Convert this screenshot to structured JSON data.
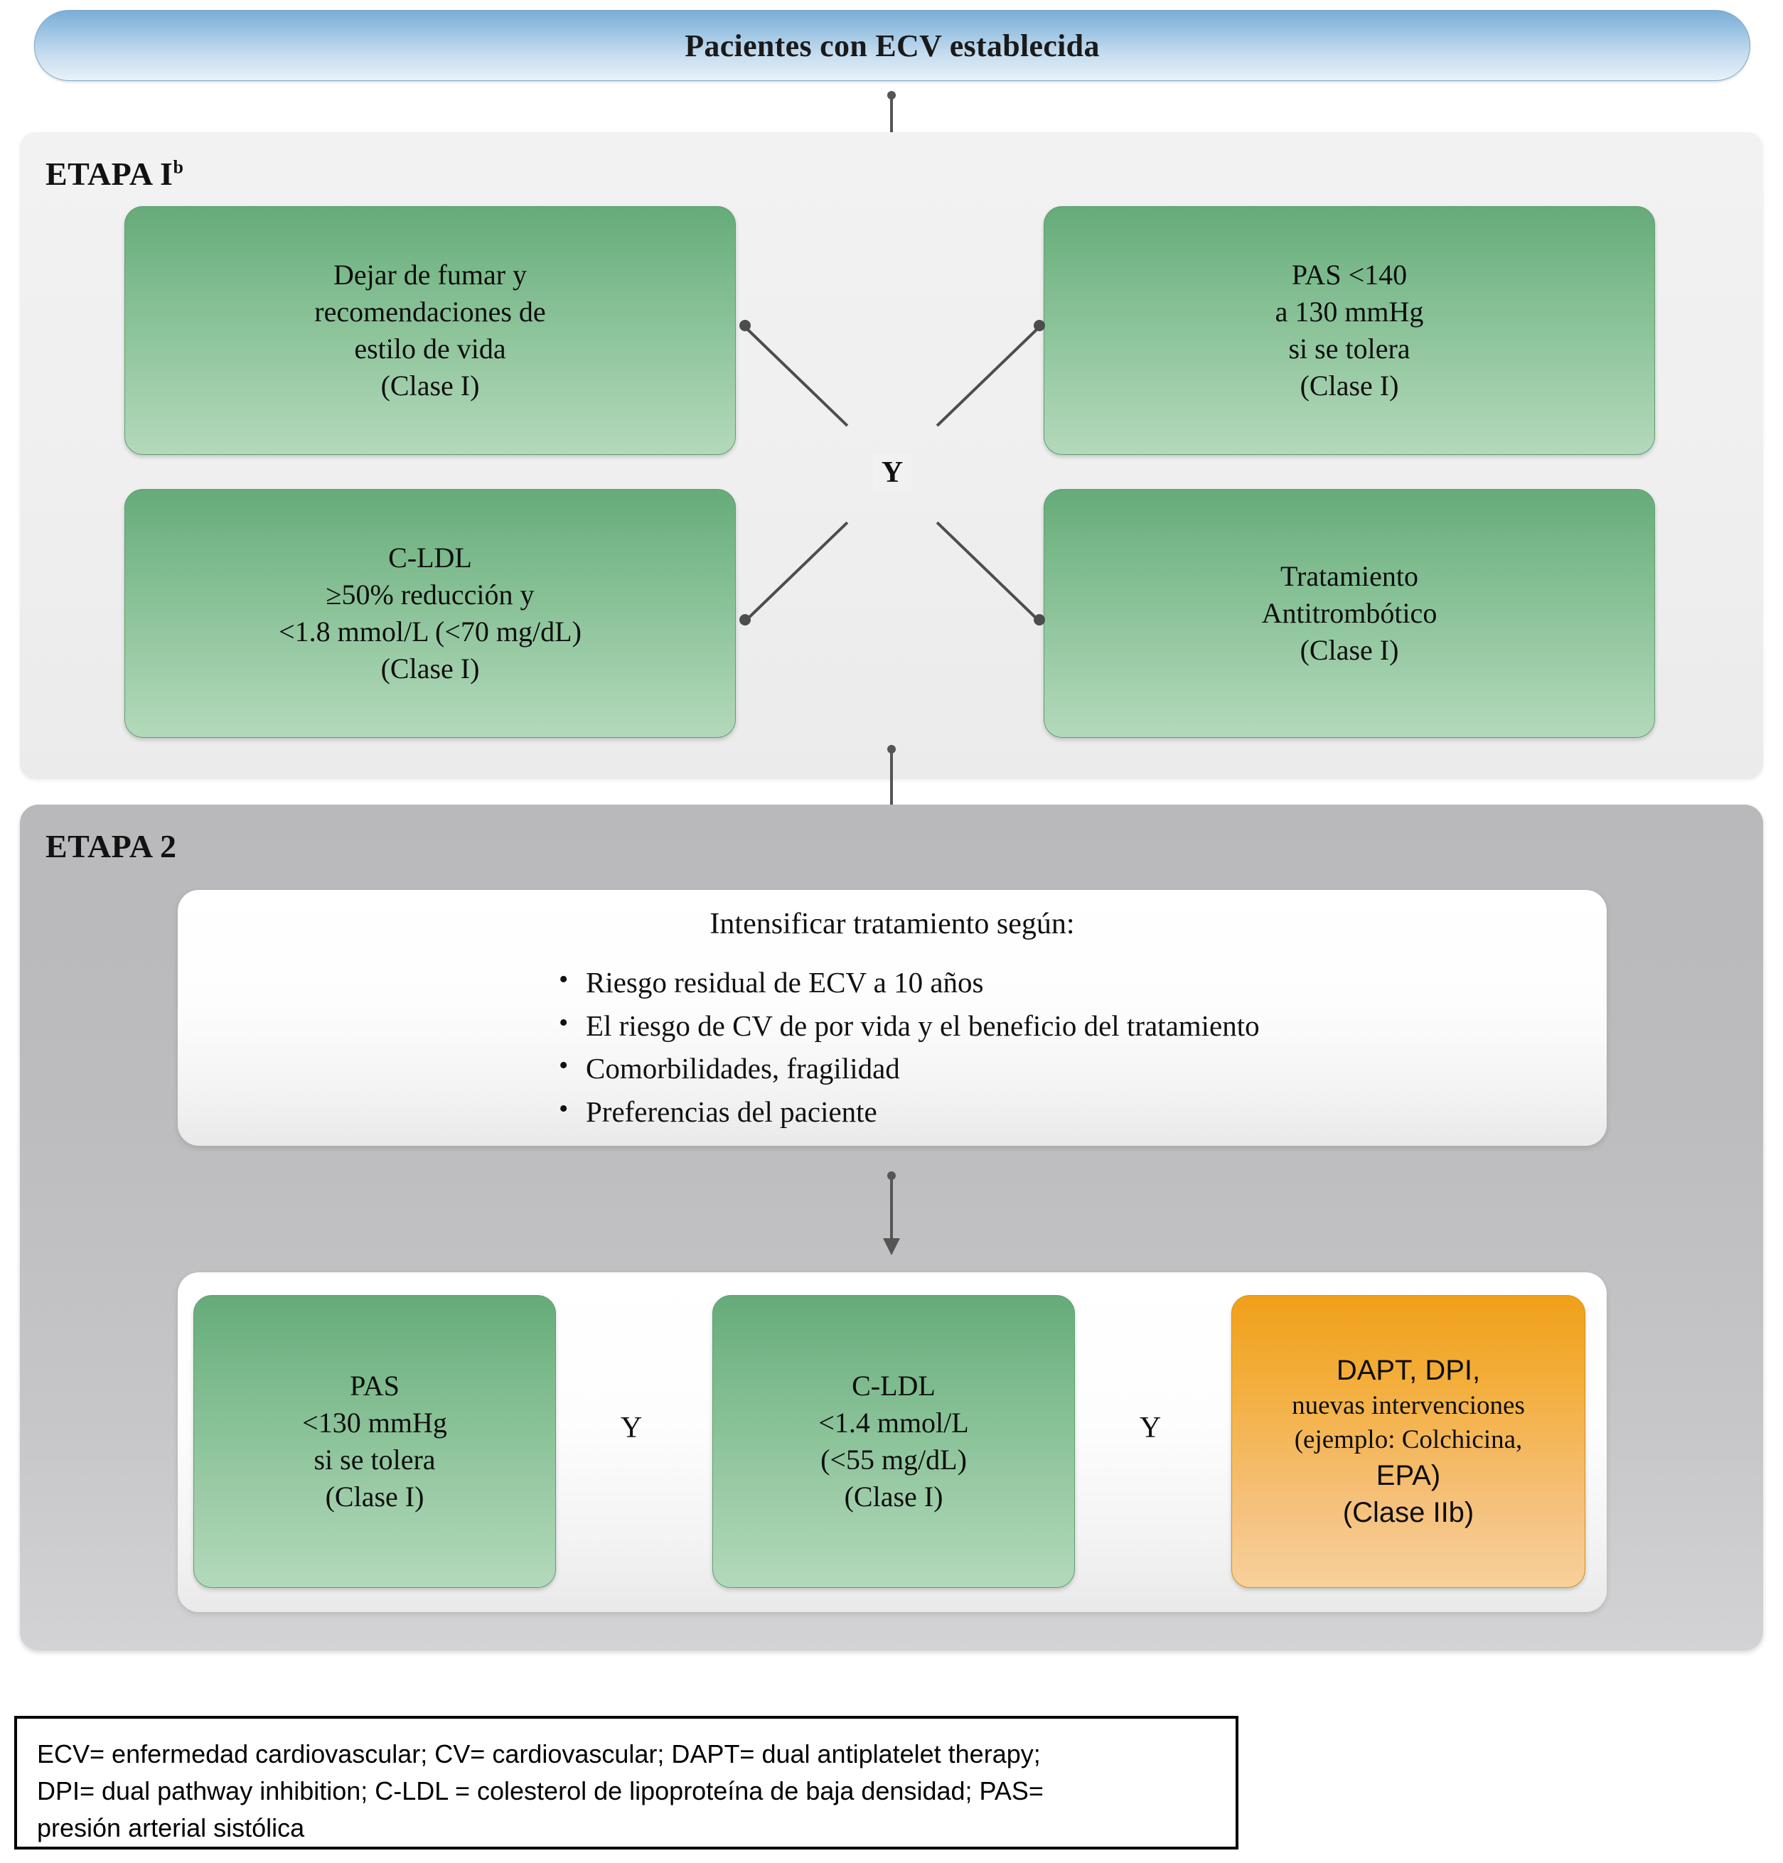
{
  "banner": {
    "title": "Pacientes con ECV establecida"
  },
  "stage1": {
    "label": "ETAPA I",
    "label_superscript": "b",
    "connector_label": "Y",
    "boxes": [
      {
        "name": "smoking-lifestyle",
        "lines": [
          "Dejar de fumar y",
          "recomendaciones de",
          "estilo de vida",
          "(Clase I)"
        ]
      },
      {
        "name": "systolic-bp",
        "lines": [
          "PAS <140",
          "a 130 mmHg",
          "si se tolera",
          "(Clase I)"
        ]
      },
      {
        "name": "ldl-cholesterol",
        "lines": [
          "C-LDL",
          "≥50% reducción y",
          "<1.8 mmol/L (<70 mg/dL)",
          "(Clase I)"
        ]
      },
      {
        "name": "antithrombotic",
        "lines": [
          "Tratamiento",
          "Antitrombótico",
          "(Clase I)"
        ]
      }
    ]
  },
  "stage2": {
    "label": "ETAPA 2",
    "criteria": {
      "title": "Intensificar tratamiento según:",
      "items": [
        "Riesgo residual de ECV a 10 años",
        "El riesgo de CV de por vida y el beneficio del tratamiento",
        "Comorbilidades, fragilidad",
        "Preferencias del paciente"
      ]
    },
    "connector_labels": [
      "Y",
      "Y"
    ],
    "boxes": [
      {
        "name": "systolic-bp-intensified",
        "lines": [
          "PAS",
          "<130 mmHg",
          "si se tolera",
          "(Clase I)"
        ]
      },
      {
        "name": "ldl-intensified",
        "lines": [
          "C-LDL",
          "<1.4 mmol/L",
          "(<55 mg/dL)",
          "(Clase I)"
        ]
      },
      {
        "name": "dapt-dpi",
        "lines": [
          "DAPT, DPI,",
          "nuevas intervenciones",
          "(ejemplo: Colchicina,",
          "EPA)",
          "(Clase IIb)"
        ]
      }
    ]
  },
  "footnote": {
    "line1": "ECV= enfermedad cardiovascular; CV= cardiovascular; DAPT= dual antiplatelet therapy;",
    "line2": "DPI= dual pathway inhibition; C-LDL = colesterol de lipoproteína de baja densidad; PAS=",
    "line3": "presión arterial sistólica"
  },
  "colors": {
    "banner_blue_top": "#7badd6",
    "banner_blue_bottom": "#e8f1f9",
    "green_top": "#66ab79",
    "green_bottom": "#b3d9bb",
    "orange_top": "#f0a01a",
    "orange_bottom": "#f7d09b",
    "stage1_panel": "#efefef",
    "stage2_panel": "#c1c1c3",
    "connector": "#4d4d4d"
  }
}
